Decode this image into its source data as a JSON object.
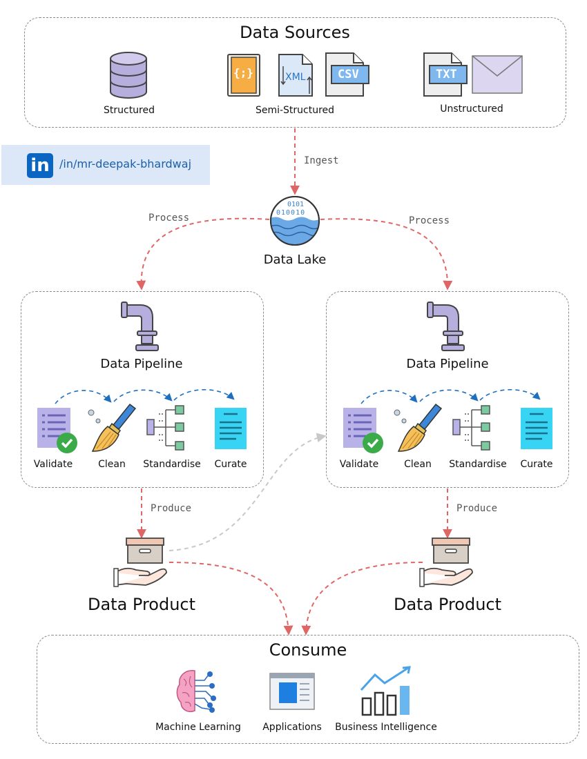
{
  "sources": {
    "title": "Data Sources",
    "structured": "Structured",
    "semi_structured": "Semi-Structured",
    "unstructured": "Unstructured",
    "json_glyph": "{;}",
    "xml_glyph": "XML",
    "csv_glyph": "CSV",
    "txt_glyph": "TXT"
  },
  "linkedin": {
    "logo": "in",
    "handle": "/in/mr-deepak-bhardwaj"
  },
  "edges": {
    "ingest": "Ingest",
    "process_left": "Process",
    "process_right": "Process",
    "produce_left": "Produce",
    "produce_right": "Produce"
  },
  "lake": {
    "label": "Data Lake",
    "bits_top": "0101",
    "bits_bottom": "010010"
  },
  "pipeline_left": {
    "title": "Data Pipeline",
    "steps": [
      "Validate",
      "Clean",
      "Standardise",
      "Curate"
    ]
  },
  "pipeline_right": {
    "title": "Data Pipeline",
    "steps": [
      "Validate",
      "Clean",
      "Standardise",
      "Curate"
    ]
  },
  "product_left": {
    "label": "Data Product"
  },
  "product_right": {
    "label": "Data Product"
  },
  "consume": {
    "title": "Consume",
    "items": [
      "Machine Learning",
      "Applications",
      "Business Intelligence"
    ]
  },
  "colors": {
    "arrow_red": "#e06666",
    "arrow_blue": "#1e6fc0",
    "arrow_gray": "#c8c8c8",
    "icon_purple": "#b6aedc",
    "icon_outline": "#444444"
  }
}
